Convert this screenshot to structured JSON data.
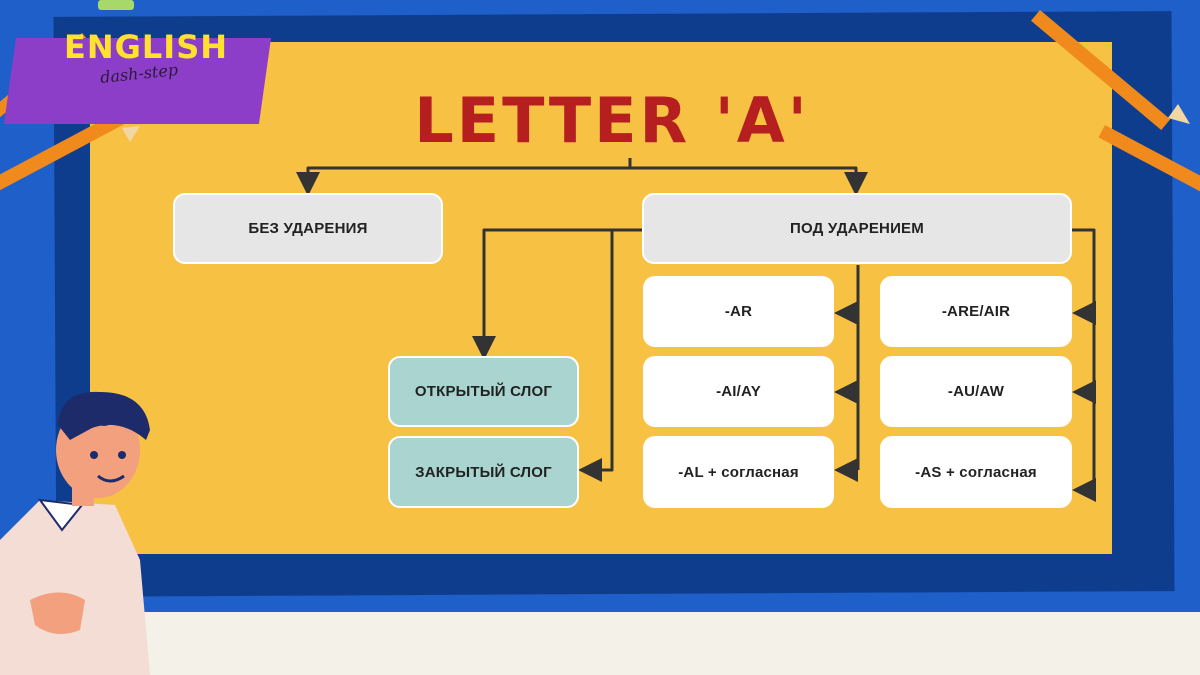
{
  "logo": {
    "main": "ENGLISH",
    "sub": "dash-step"
  },
  "title": "LETTER 'A'",
  "nodes": {
    "unstressed": "БЕЗ УДАРЕНИЯ",
    "stressed": "ПОД УДАРЕНИЕМ",
    "open_syllable": "ОТКРЫТЫЙ СЛОГ",
    "closed_syllable": "ЗАКРЫТЫЙ СЛОГ",
    "middle_column": [
      "-AR",
      "-AI/AY",
      "-AL + согласная"
    ],
    "right_column": [
      "-ARE/AIR",
      "-AU/AW",
      "-AS + согласная"
    ]
  },
  "colors": {
    "wall": "#1f5fc9",
    "board_frame": "#0f3d8e",
    "board": "#f7c244",
    "title": "#b51f1f",
    "node_grey": "#e6e6e6",
    "node_teal": "#a9d4cf",
    "arrow": "#333333",
    "logo_text": "#ffe12e",
    "logo_band": "#8d3ec9"
  },
  "icons": [
    "pencil-icon",
    "teacher-illustration"
  ]
}
